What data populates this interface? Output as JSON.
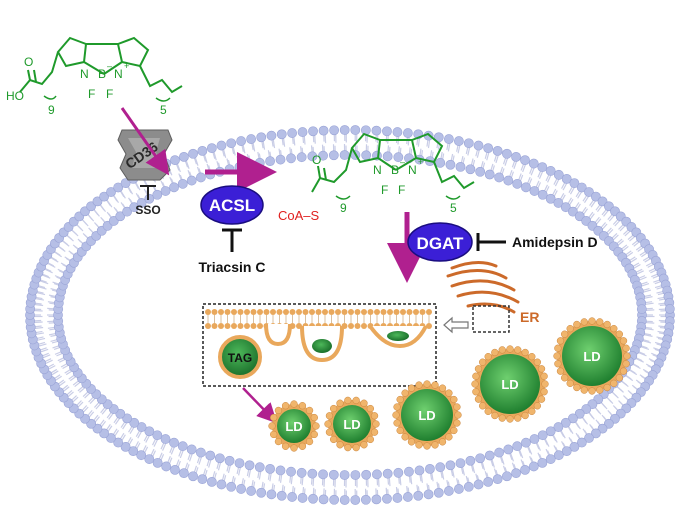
{
  "colors": {
    "membrane_head": "#b6bfe6",
    "membrane_tail": "#c9cde6",
    "bodipy_green": "#1f9a2b",
    "enzyme_fill": "#3b1fd6",
    "arrow_magenta": "#b0208f",
    "coa_red": "#e0201f",
    "er_orange": "#cc6a2a",
    "ld_green": "#2f9a3f",
    "ld_shell": "#e9a85c",
    "cd36_gray": "#8c8c8c"
  },
  "labels": {
    "cd36": "CD36",
    "sso": "SSO",
    "acsl": "ACSL",
    "triacsin": "Triacsin C",
    "dgat": "DGAT",
    "amidepsin": "Amidepsin D",
    "er": "ER",
    "tag": "TAG",
    "ld": "LD",
    "coa_s": "CoA–S",
    "sub9": "9",
    "sub5": "5",
    "ho": "HO",
    "o": "O",
    "n": "N",
    "b": "B",
    "f": "F",
    "plus": "+",
    "minus": "–"
  }
}
